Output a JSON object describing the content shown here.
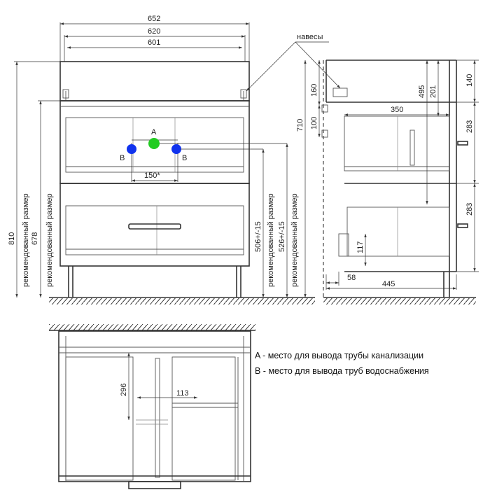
{
  "dimensions": {
    "front_width_outer": "652",
    "front_width_mid": "620",
    "front_width_inner": "601",
    "front_height_total": "810",
    "front_height_recommended": "678",
    "drain_height": "506+/-15",
    "supply_height": "526+/-15",
    "supply_spacing": "150*",
    "side_height_hinge": "160",
    "side_height_mid": "100",
    "side_height_total": "710",
    "side_depth_top": "495",
    "side_depth_201": "201",
    "side_shelf_width": "350",
    "side_right_top": "140",
    "side_right_drawer1": "283",
    "side_right_drawer2": "283",
    "side_plinth": "117",
    "side_offset": "58",
    "side_depth": "445",
    "top_view_depth": "296",
    "top_view_offset": "113"
  },
  "labels": {
    "hinges": "навесы",
    "recommended_size": "рекомендованный размер",
    "point_a": "A",
    "point_b": "B",
    "legend_a": "A - место для вывода трубы канализации",
    "legend_b": "B - место для вывода труб водоснабжения"
  },
  "colors": {
    "point_a": "#22cc22",
    "point_b": "#1133ee"
  }
}
